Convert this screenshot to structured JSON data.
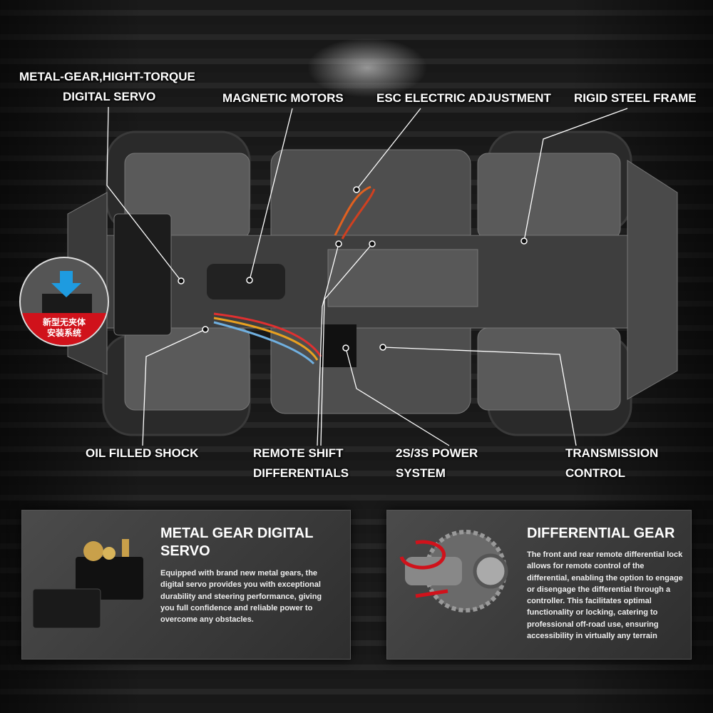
{
  "callouts": {
    "servo": [
      "METAL-GEAR,HIGHT-TORQUE",
      "DIGITAL SERVO"
    ],
    "motors": "MAGNETIC MOTORS",
    "esc": "ESC ELECTRIC ADJUSTMENT",
    "frame": "RIGID STEEL FRAME",
    "shock": "OIL FILLED SHOCK",
    "diff": [
      "REMOTE SHIFT",
      "DIFFERENTIALS"
    ],
    "power": [
      "2S/3S POWER",
      "SYSTEM"
    ],
    "trans": [
      "TRANSMISSION",
      "CONTROL"
    ]
  },
  "badge": [
    "新型无夹体",
    "安装系统"
  ],
  "panels": {
    "servo": {
      "title": [
        "METAL GEAR DIGITAL",
        "SERVO"
      ],
      "body": "Equipped with brand new metal gears, the digital servo provides you with exceptional durability and steering performance, giving you full confidence and reliable power to overcome any obstacles."
    },
    "diff": {
      "title": "DIFFERENTIAL GEAR",
      "body": "The front and rear remote differential lock allows for remote control of the differential, enabling the option to engage or disengage the differential through a controller. This facilitates optimal functionality or locking, catering to professional off-road use, ensuring accessibility in virtually any terrain"
    }
  },
  "colors": {
    "accent_red": "#d0121b",
    "arrow_blue": "#1e9be0"
  }
}
